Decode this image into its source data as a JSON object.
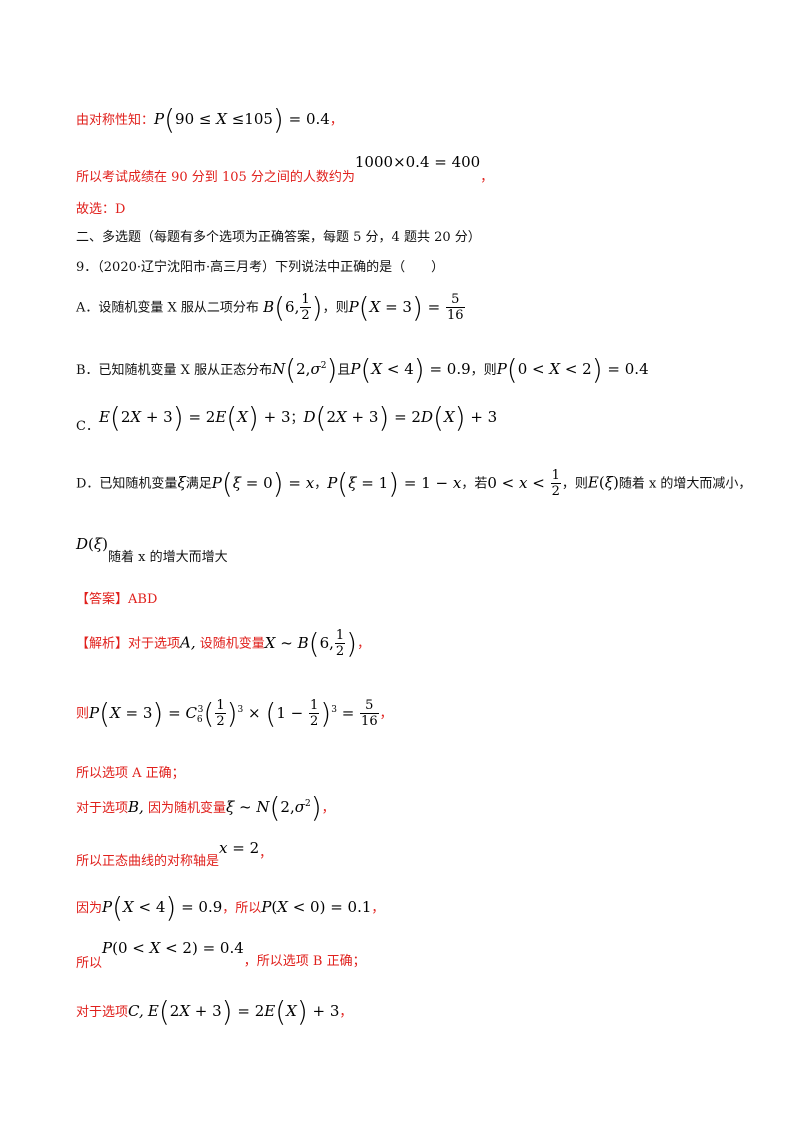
{
  "lines": {
    "sym_prefix": "由对称性知：",
    "sym_math": "P(90 ≤ X ≤105) = 0.4",
    "sym_end": "，",
    "count_prefix": "所以考试成绩在 90 分到 105 分之间的人数约为",
    "count_math": "1000×0.4 = 400",
    "count_end": "，",
    "choose": "故选：D",
    "section": "二、多选题（每题有多个选项为正确答案，每题 5 分，4 题共 20 分）",
    "q9": "9．（2020·辽宁沈阳市·高三月考）下列说法中正确的是（　　）",
    "optA_prefix": "A．设随机变量 X 服从二项分布",
    "optA_mid": "，则",
    "optB_prefix": "B．已知随机变量 X 服从正态分布",
    "optB_mid1": "且",
    "optB_mid2": "，则",
    "optC_prefix": "C．",
    "optC_sep": "；",
    "optD_prefix": "D．已知随机变量",
    "optD_mid1": "满足",
    "optD_mid2": "，",
    "optD_mid3": "，若",
    "optD_mid4": "，则",
    "optD_mid5": "随着 x 的增大而减小，",
    "optD_line2_suffix": "随着 x 的增大而增大",
    "answer_label": "【答案】",
    "answer_value": "ABD",
    "analysis_label": "【解析】",
    "analysis_A": "对于选项",
    "analysis_A2": "设随机变量",
    "then": "则",
    "soA": "所以选项 A 正确；",
    "forB": "对于选项",
    "becauseRV": "因为随机变量",
    "axis": "所以正态曲线的对称轴是",
    "because": "因为",
    "soP": "，所以",
    "so": "所以",
    "soB": "，所以选项 B 正确；",
    "forC": "对于选项"
  }
}
